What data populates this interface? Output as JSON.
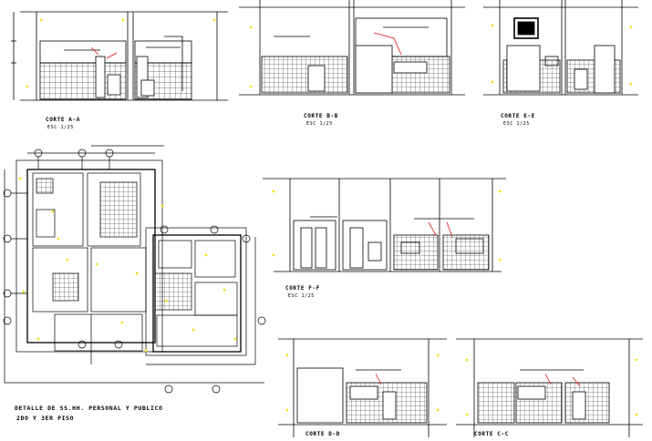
{
  "drawing": {
    "sections": [
      {
        "id": "A-A",
        "title": "CORTE A-A",
        "scale": "ESC 1/25"
      },
      {
        "id": "B-B",
        "title": "CORTE B-B",
        "scale": "ESC 1/25"
      },
      {
        "id": "E-E",
        "title": "CORTE E-E",
        "scale": "ESC 1/25"
      },
      {
        "id": "F-F",
        "title": "CORTE F-F",
        "scale": "ESC 1/25"
      },
      {
        "id": "D-D",
        "title": "CORTE D-D",
        "scale": ""
      },
      {
        "id": "C-C",
        "title": "CORTE C-C",
        "scale": ""
      }
    ],
    "plan": {
      "title": "DETALLE DE SS.HH. PERSONAL Y PUBLICO",
      "subtitle": "2DO Y 3ER PISO"
    },
    "colors": {
      "line": "#000000",
      "leader": "#e01010",
      "marker": "#f0e020",
      "background": "#ffffff"
    }
  }
}
